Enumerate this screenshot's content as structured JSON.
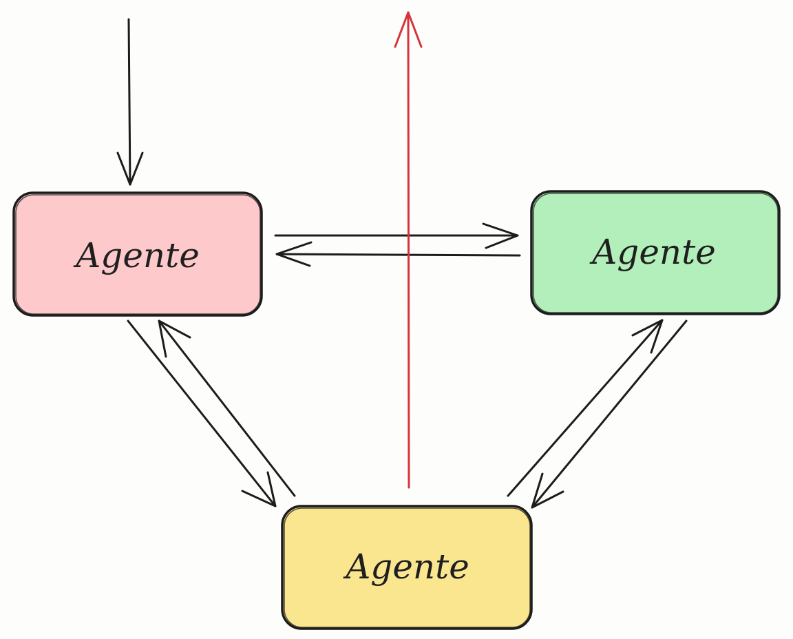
{
  "diagram": {
    "nodes": [
      {
        "id": "agent-red",
        "label": "Agente",
        "color": "#fdc9cb"
      },
      {
        "id": "agent-green",
        "label": "Agente",
        "color": "#b2efbb"
      },
      {
        "id": "agent-yellow",
        "label": "Agente",
        "color": "#fbe690"
      }
    ],
    "edges": [
      {
        "from": "external-input",
        "to": "agent-red",
        "color": "#1c1c1c"
      },
      {
        "from": "agent-red",
        "to": "agent-green",
        "color": "#1c1c1c"
      },
      {
        "from": "agent-green",
        "to": "agent-red",
        "color": "#1c1c1c"
      },
      {
        "from": "agent-red",
        "to": "agent-yellow",
        "color": "#1c1c1c"
      },
      {
        "from": "agent-yellow",
        "to": "agent-red",
        "color": "#1c1c1c"
      },
      {
        "from": "agent-yellow",
        "to": "agent-green",
        "color": "#1c1c1c"
      },
      {
        "from": "agent-green",
        "to": "agent-yellow",
        "color": "#1c1c1c"
      },
      {
        "from": "agent-yellow",
        "to": "external-output",
        "color": "#d6333a"
      }
    ]
  }
}
